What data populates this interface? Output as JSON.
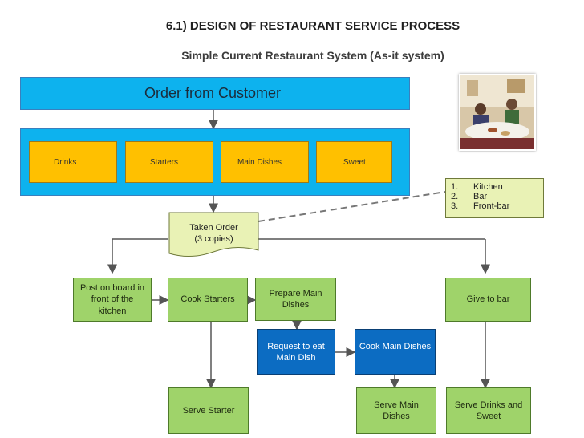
{
  "title": "6.1) DESIGN OF RESTAURANT SERVICE PROCESS",
  "subtitle": "Simple Current Restaurant System (As-it system)",
  "order_header": "Order from Customer",
  "categories": [
    "Drinks",
    "Starters",
    "Main Dishes",
    "Sweet"
  ],
  "locations": [
    {
      "num": "1.",
      "label": "Kitchen"
    },
    {
      "num": "2.",
      "label": "Bar"
    },
    {
      "num": "3.",
      "label": "Front-bar"
    }
  ],
  "taken_order": {
    "line1": "Taken Order",
    "line2": "(3 copies)"
  },
  "steps": {
    "post_board": "Post on board in front of the kitchen",
    "cook_starters": "Cook Starters",
    "prepare_main": "Prepare Main Dishes",
    "give_bar": "Give to bar",
    "request_eat": "Request to eat Main Dish",
    "cook_main": "Cook Main Dishes",
    "serve_starter": "Serve Starter",
    "serve_main": "Serve Main Dishes",
    "serve_drinks": "Serve Drinks and Sweet"
  },
  "colors": {
    "header_blue": "#0db2ee",
    "category_yellow": "#ffc000",
    "step_green": "#9fd36a",
    "step_dark_blue": "#0c6cc2",
    "note_cream": "#e9f2b5"
  }
}
